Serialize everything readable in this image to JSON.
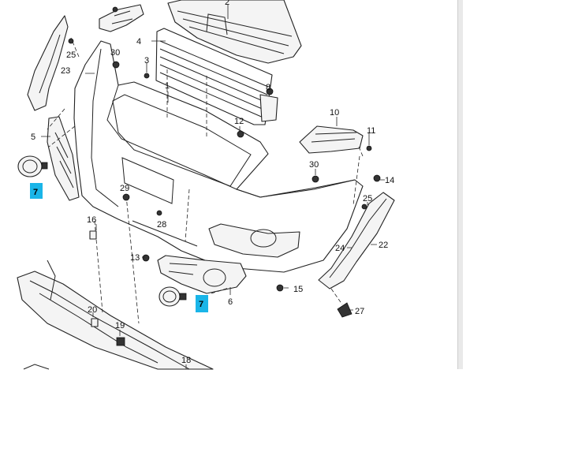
{
  "diagram": {
    "callouts": [
      {
        "id": "c2",
        "text": "2"
      },
      {
        "id": "c4",
        "text": "4"
      },
      {
        "id": "c30a",
        "text": "30"
      },
      {
        "id": "c3",
        "text": "3"
      },
      {
        "id": "c25a",
        "text": "25"
      },
      {
        "id": "c23",
        "text": "23"
      },
      {
        "id": "c1",
        "text": "1"
      },
      {
        "id": "c8",
        "text": "8"
      },
      {
        "id": "c5",
        "text": "5"
      },
      {
        "id": "c12",
        "text": "12"
      },
      {
        "id": "c10",
        "text": "10"
      },
      {
        "id": "c11",
        "text": "11"
      },
      {
        "id": "c30b",
        "text": "30"
      },
      {
        "id": "c14",
        "text": "14"
      },
      {
        "id": "c29",
        "text": "29"
      },
      {
        "id": "c25b",
        "text": "25"
      },
      {
        "id": "c16",
        "text": "16"
      },
      {
        "id": "c28",
        "text": "28"
      },
      {
        "id": "c22",
        "text": "22"
      },
      {
        "id": "c24",
        "text": "24"
      },
      {
        "id": "c13",
        "text": "13"
      },
      {
        "id": "c15",
        "text": "15"
      },
      {
        "id": "c6",
        "text": "6"
      },
      {
        "id": "c27",
        "text": "27"
      },
      {
        "id": "c20",
        "text": "20"
      },
      {
        "id": "c19",
        "text": "19"
      },
      {
        "id": "c18",
        "text": "18"
      }
    ],
    "highlights": [
      {
        "id": "h7a",
        "text": "7"
      },
      {
        "id": "h7b",
        "text": "7"
      }
    ],
    "colors": {
      "highlight": "#1ab5e8",
      "line": "#222222",
      "part_fill": "#f4f4f4"
    }
  }
}
